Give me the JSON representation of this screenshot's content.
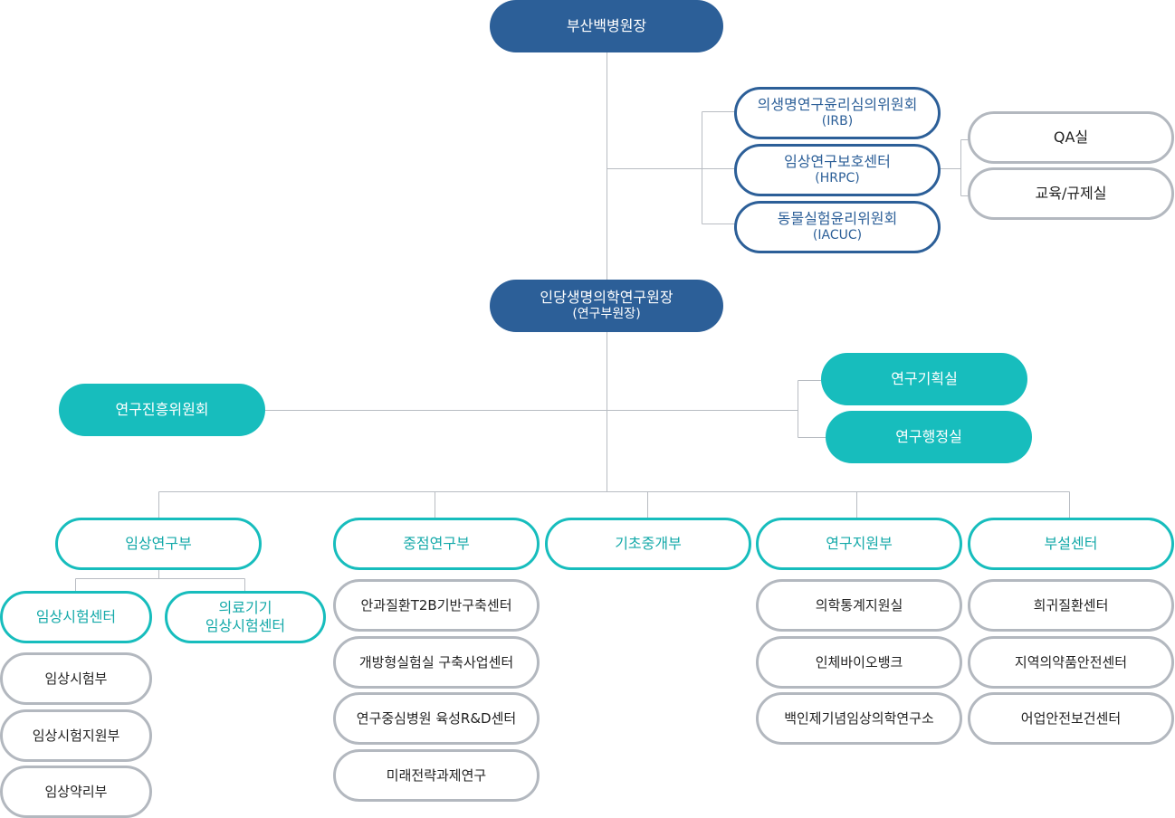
{
  "top": {
    "title": "부산백병원장"
  },
  "committees": [
    {
      "name": "의생명연구윤리심의위원회",
      "abbr": "(IRB)"
    },
    {
      "name": "임상연구보호센터",
      "abbr": "(HRPC)"
    },
    {
      "name": "동물실험윤리위원회",
      "abbr": "(IACUC)"
    }
  ],
  "hrpc_units": [
    "QA실",
    "교육/규제실"
  ],
  "director": {
    "title": "인당생명의학연구원장",
    "sub": "(연구부원장)"
  },
  "promotion_committee": "연구진흥위원회",
  "offices": [
    "연구기획실",
    "연구행정실"
  ],
  "departments": [
    {
      "name": "임상연구부"
    },
    {
      "name": "중점연구부",
      "children": [
        "안과질환T2B기반구축센터",
        "개방형실험실 구축사업센터",
        "연구중심병원 육성R&D센터",
        "미래전략과제연구"
      ]
    },
    {
      "name": "기초중개부"
    },
    {
      "name": "연구지원부",
      "children": [
        "의학통계지원실",
        "인체바이오뱅크",
        "백인제기념임상의학연구소"
      ]
    },
    {
      "name": "부설센터",
      "children": [
        "희귀질환센터",
        "지역의약품안전센터",
        "어업안전보건센터"
      ]
    }
  ],
  "clinical_centers": [
    {
      "name": "임상시험센터",
      "children": [
        "임상시험부",
        "임상시험지원부",
        "임상약리부"
      ]
    },
    {
      "name_line1": "의료기기",
      "name_line2": "임상시험센터"
    }
  ]
}
